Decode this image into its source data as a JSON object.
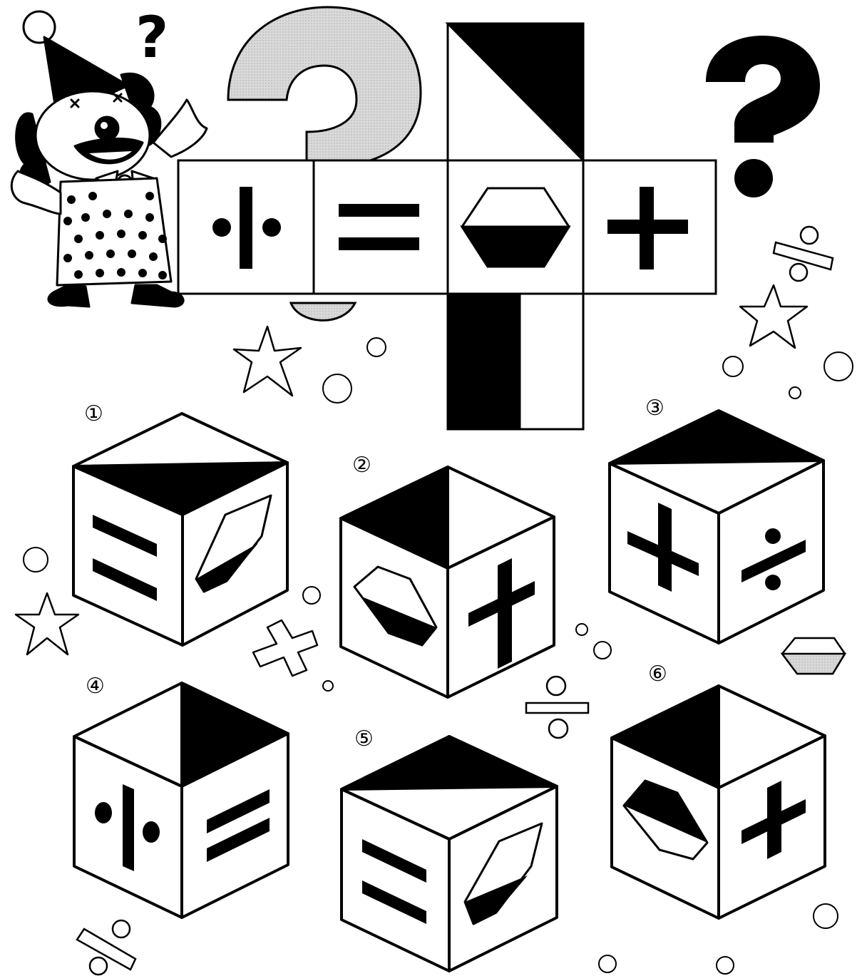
{
  "puzzle": {
    "net_faces": [
      {
        "id": "top",
        "symbol": "diagonal-half-triangle"
      },
      {
        "id": "left",
        "symbol": "divide-sign-rotated"
      },
      {
        "id": "center-left",
        "symbol": "equals-sign"
      },
      {
        "id": "center",
        "symbol": "half-filled-hexagon"
      },
      {
        "id": "right",
        "symbol": "plus-sign"
      },
      {
        "id": "bottom",
        "symbol": "half-vertical-rectangle"
      }
    ],
    "options": [
      {
        "label": "①"
      },
      {
        "label": "②"
      },
      {
        "label": "③"
      },
      {
        "label": "④"
      },
      {
        "label": "⑤"
      },
      {
        "label": "⑥"
      }
    ]
  },
  "decor": {
    "mascot": "clown-icon",
    "question_marks": [
      "question-mark-icon",
      "question-mark-icon",
      "question-mark-icon"
    ],
    "stars": [
      "star-icon",
      "star-icon",
      "star-icon",
      "star-icon"
    ],
    "bubbles": "circle-icon"
  }
}
